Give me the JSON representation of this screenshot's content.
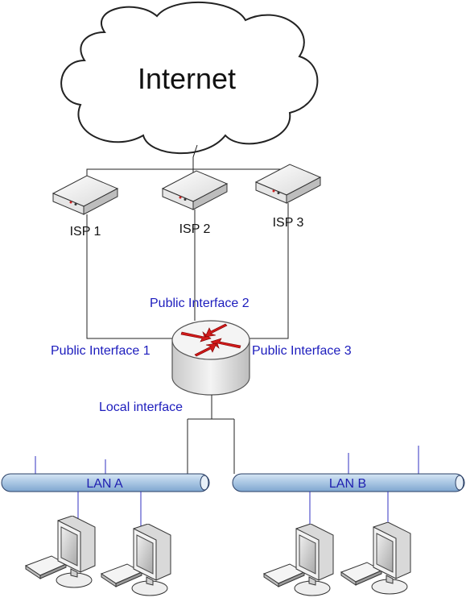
{
  "internet": {
    "label": "Internet"
  },
  "isps": [
    {
      "label": "ISP 1"
    },
    {
      "label": "ISP 2"
    },
    {
      "label": "ISP 3"
    }
  ],
  "router": {
    "interfaces": {
      "public1": "Public Interface 1",
      "public2": "Public Interface 2",
      "public3": "Public Interface 3",
      "local": "Local interface"
    }
  },
  "lans": [
    {
      "label": "LAN A"
    },
    {
      "label": "LAN B"
    }
  ],
  "colors": {
    "interface_label": "#1c1cbd",
    "lan_bus": "#a9c6e3",
    "router_arrows": "#d11a1a"
  }
}
